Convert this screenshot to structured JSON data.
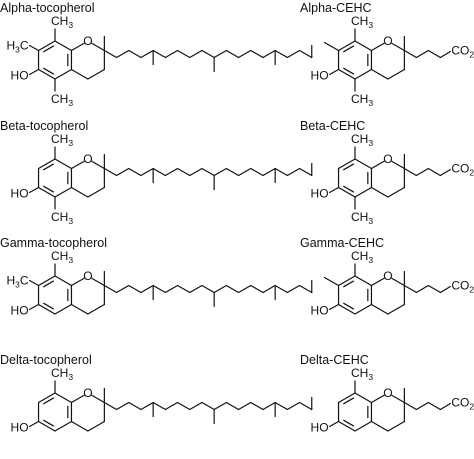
{
  "structures": [
    {
      "name": "Alpha-tocopherol",
      "type": "tocopherol",
      "methyls": [
        "top",
        "left",
        "bottom"
      ]
    },
    {
      "name": "Alpha-CEHC",
      "type": "cehc",
      "methyls": [
        "top",
        "left",
        "bottom"
      ]
    },
    {
      "name": "Beta-tocopherol",
      "type": "tocopherol",
      "methyls": [
        "top",
        "bottom"
      ]
    },
    {
      "name": "Beta-CEHC",
      "type": "cehc",
      "methyls": [
        "top",
        "bottom"
      ]
    },
    {
      "name": "Gamma-tocopherol",
      "type": "tocopherol",
      "methyls": [
        "top",
        "left"
      ]
    },
    {
      "name": "Gamma-CEHC",
      "type": "cehc",
      "methyls": [
        "top",
        "left"
      ]
    },
    {
      "name": "Delta-tocopherol",
      "type": "tocopherol",
      "methyls": [
        "top"
      ]
    },
    {
      "name": "Delta-CEHC",
      "type": "cehc",
      "methyls": [
        "top"
      ]
    }
  ],
  "atoms": {
    "oxygen": "O",
    "hydroxyl": "HO",
    "methyl_carbon": "CH",
    "methyl_sub": "3",
    "methyl_left_h": "H",
    "methyl_left_c": "C",
    "carboxyl": "CO",
    "carboxyl_sub": "2",
    "carboxyl_h": "H"
  }
}
